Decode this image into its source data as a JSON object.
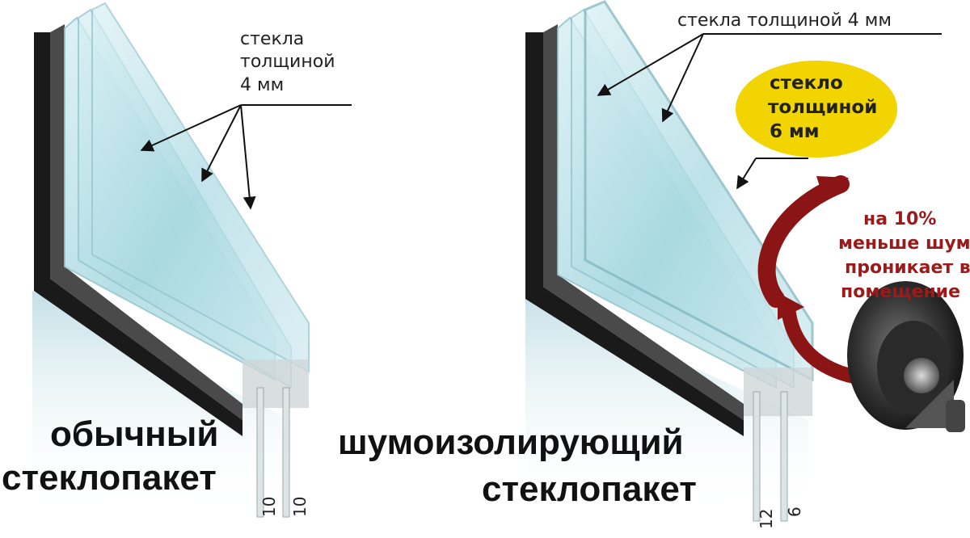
{
  "left_unit": {
    "glass_label": [
      "стекла",
      "толщиной",
      "4 мм"
    ],
    "title": [
      "обычный",
      "стеклопакет"
    ],
    "gap_labels": [
      "10",
      "10"
    ]
  },
  "right_unit": {
    "glass_label": "стекла толщиной 4 мм",
    "thick_glass_label": [
      "стекло",
      "толщиной",
      "6 мм"
    ],
    "title": [
      "шумоизолирующий",
      "стеклопакет"
    ],
    "gap_labels": [
      "12",
      "6"
    ]
  },
  "noise_note": [
    "на 10%",
    "меньше шума",
    "проникает в",
    "помещение"
  ],
  "icons": [
    "speaker-icon",
    "curved-arrow-icon"
  ],
  "colors": {
    "glass": "#bfe3ea",
    "frame": "#1a1a1a",
    "badge": "#f2d400",
    "arrow": "#8b1515",
    "note_text": "#9b1b1b"
  }
}
